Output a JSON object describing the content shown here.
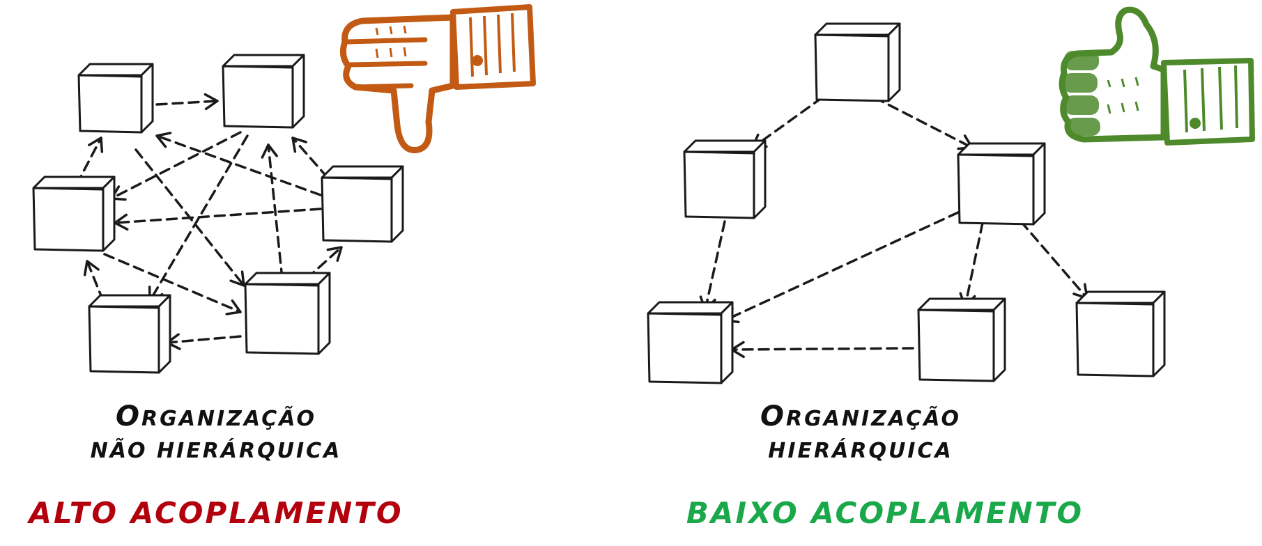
{
  "left_panel": {
    "caption_line1_first": "O",
    "caption_line1_rest": "RGANIZAÇÃO",
    "caption_line2": "NÃO HIERÁRQUICA",
    "verdict": "ALTO ACOPLAMENTO",
    "verdict_color": "#b3000d",
    "thumb_icon": "thumbs-down-icon",
    "thumb_color": "#c25a14"
  },
  "right_panel": {
    "caption_line1_first": "O",
    "caption_line1_rest": "RGANIZAÇÃO",
    "caption_line2": "HIERÁRQUICA",
    "verdict": "BAIXO ACOPLAMENTO",
    "verdict_color": "#1aa84a",
    "thumb_icon": "thumbs-up-icon",
    "thumb_color": "#4e8a2c"
  }
}
